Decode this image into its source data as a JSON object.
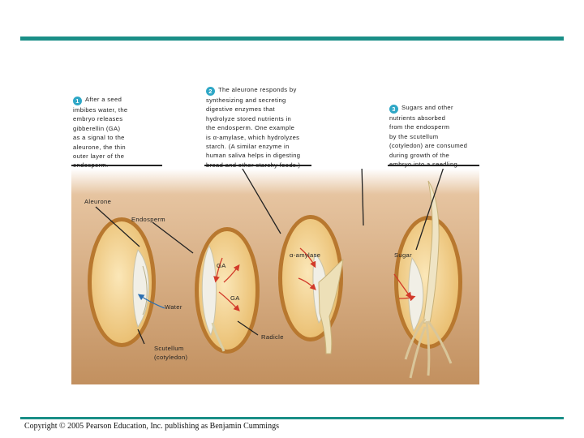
{
  "steps": [
    {
      "number": "1",
      "text": "After a seed\nimbibes water, the\nembryo releases\ngibberellin (GA)\nas a signal to the\naleurone, the thin\nouter layer of the\nendosperm."
    },
    {
      "number": "2",
      "text": "The aleurone responds by\nsynthesizing and secreting\ndigestive enzymes that\nhydrolyze stored nutrients in\nthe endosperm. One example\nis α-amylase, which hydrolyzes\nstarch. (A similar enzyme in\nhuman saliva helps in digesting\nbread and other starchy foods.)"
    },
    {
      "number": "3",
      "text": "Sugars and other\nnutrients absorbed\nfrom the endosperm\nby the scutellum\n(cotyledon) are consumed\nduring growth of the\nembryo into a seedling."
    }
  ],
  "labels": {
    "aleurone": "Aleurone",
    "endosperm": "Endosperm",
    "ga1": "GA",
    "ga2": "GA",
    "water": "Water",
    "alpha_amylase": "α-amylase",
    "sugar": "Sugar",
    "radicle": "Radicle",
    "scutellum": "Scutellum\n(cotyledon)"
  },
  "copyright": "Copyright © 2005 Pearson Education, Inc. publishing as Benjamin Cummings",
  "colors": {
    "accent_bar": "#1a8f87",
    "step_badge": "#2ea7c6",
    "soil": "#c99a6c",
    "seed_coat": "#d9a84e",
    "endosperm": "#f5dba0",
    "arrow": "#d23a2a",
    "water_arrow": "#2c6fb0"
  }
}
